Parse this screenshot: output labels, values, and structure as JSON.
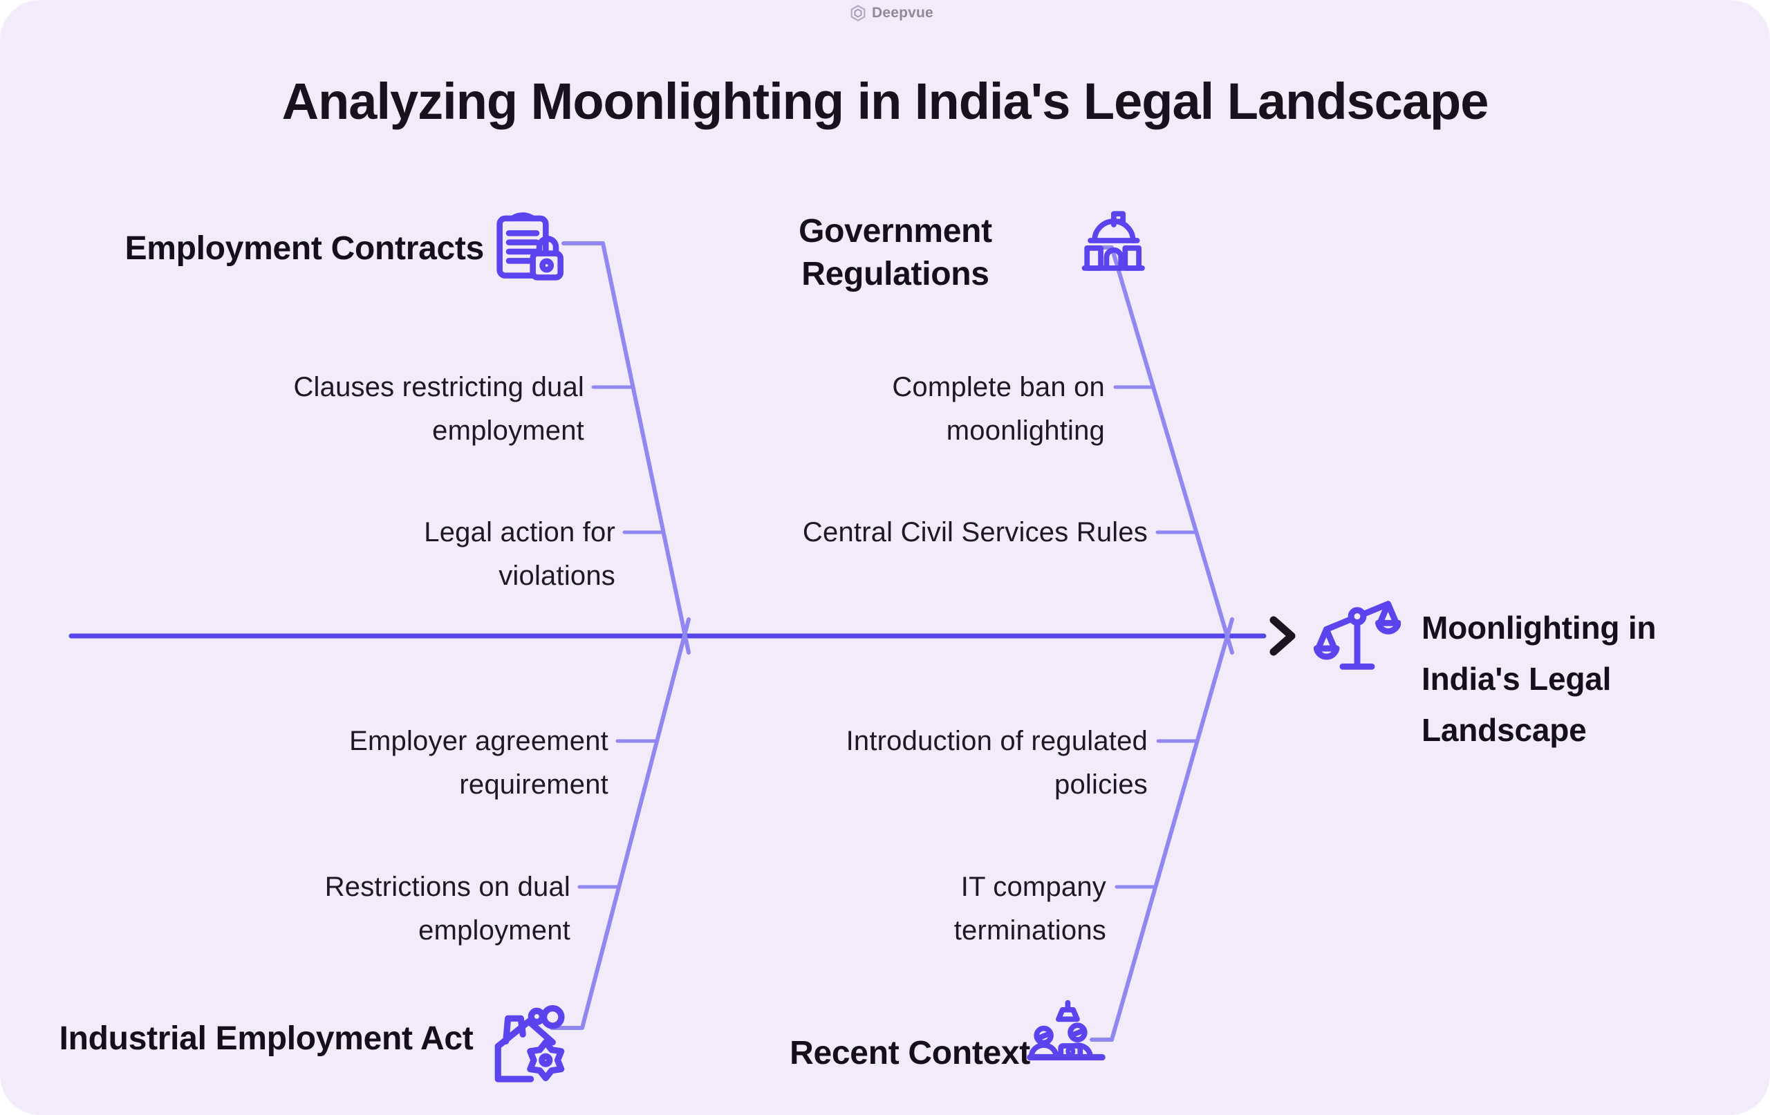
{
  "brand": {
    "name": "Deepvue",
    "icon": "deepvue-hexagon-icon"
  },
  "title": "Analyzing Moonlighting in India's Legal Landscape",
  "diagram": {
    "type": "fishbone",
    "result": {
      "label": "Moonlighting in India's Legal Landscape",
      "icon": "scales-of-justice-icon"
    },
    "branches": [
      {
        "position": "top-left",
        "label": "Employment Contracts",
        "icon": "clipboard-lock-icon",
        "items": [
          "Clauses restricting dual employment",
          "Legal action for violations"
        ]
      },
      {
        "position": "top-right",
        "label": "Government Regulations",
        "icon": "government-building-icon",
        "items": [
          "Complete ban on moonlighting",
          "Central Civil Services Rules"
        ]
      },
      {
        "position": "bottom-left",
        "label": "Industrial Employment Act",
        "icon": "factory-gear-icon",
        "items": [
          "Employer agreement requirement",
          "Restrictions on dual employment"
        ]
      },
      {
        "position": "bottom-right",
        "label": "Recent Context",
        "icon": "people-working-icon",
        "items": [
          "Introduction of regulated policies",
          "IT company terminations"
        ]
      }
    ]
  },
  "colors": {
    "background": "#F1EBFA",
    "spine": "#5645E8",
    "branch": "#9087F0",
    "icon_stroke": "#5B43EE",
    "text": "#18141F",
    "arrow": "#1A1520",
    "logo_gray": "#9B94A6"
  }
}
